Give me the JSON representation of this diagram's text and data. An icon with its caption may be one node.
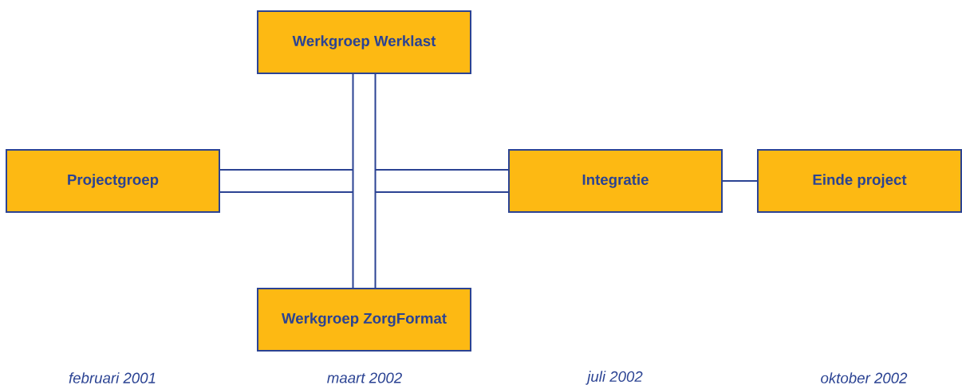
{
  "diagram": {
    "nodes": [
      {
        "text": [
          "Werkgroep Werklast"
        ]
      },
      {
        "text": [
          "Projectgroep"
        ]
      },
      {
        "text": [
          "Integratie"
        ]
      },
      {
        "text": [
          "Einde project"
        ]
      },
      {
        "text": [
          "Werkgroep ZorgFormat"
        ]
      }
    ],
    "edges": [
      {
        "from": 1,
        "to": 2,
        "arrow": "none"
      },
      {
        "from": 0,
        "to": 4,
        "arrow": "none"
      },
      {
        "from": 2,
        "to": 3,
        "arrow": "none"
      }
    ],
    "labels": [
      "februari 2001",
      "maart 2002",
      "juli 2002",
      "oktober 2002"
    ]
  }
}
